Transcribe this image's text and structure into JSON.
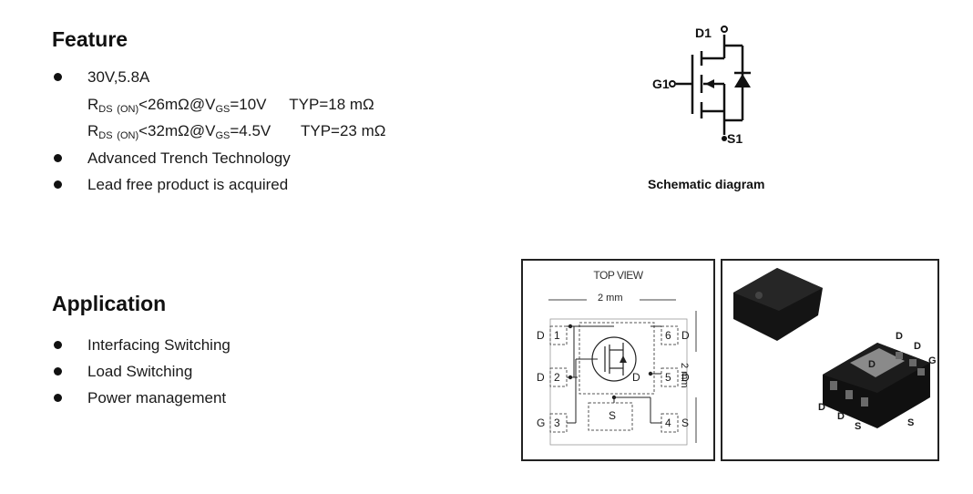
{
  "feature": {
    "heading": "Feature",
    "rating": "30V,5.8A",
    "rds1": {
      "r": "R",
      "sub_ds": "DS",
      "sub_on": "(ON)",
      "cond": "<26mΩ@V",
      "sub_gs": "GS",
      "val": "=10V",
      "typ": "TYP=18 mΩ"
    },
    "rds2": {
      "r": "R",
      "sub_ds": "DS",
      "sub_on": "(ON)",
      "cond": "<32mΩ@V",
      "sub_gs": "GS",
      "val": "=4.5V",
      "typ": "TYP=23 mΩ"
    },
    "bullets": [
      "Advanced Trench Technology",
      "Lead free product is acquired"
    ]
  },
  "schematic": {
    "caption": "Schematic diagram",
    "labels": {
      "drain": "D1",
      "gate": "G1",
      "source": "S1"
    }
  },
  "application": {
    "heading": "Application",
    "items": [
      "Interfacing Switching",
      "Load Switching",
      "Power management"
    ]
  },
  "top_view": {
    "title": "TOP VIEW",
    "width_dim": "2 mm",
    "height_dim": "2 mm",
    "pins_left": [
      {
        "name": "D",
        "num": "1"
      },
      {
        "name": "D",
        "num": "2"
      },
      {
        "name": "G",
        "num": "3"
      }
    ],
    "pins_right": [
      {
        "name": "D",
        "num": "6"
      },
      {
        "name": "D",
        "num": "5"
      },
      {
        "name": "S",
        "num": "4"
      }
    ],
    "pad_pin_label": "D",
    "center_pad": "S"
  },
  "package_photo": {
    "labels": [
      "D",
      "D",
      "G",
      "D",
      "D",
      "D",
      "S",
      "S"
    ]
  }
}
